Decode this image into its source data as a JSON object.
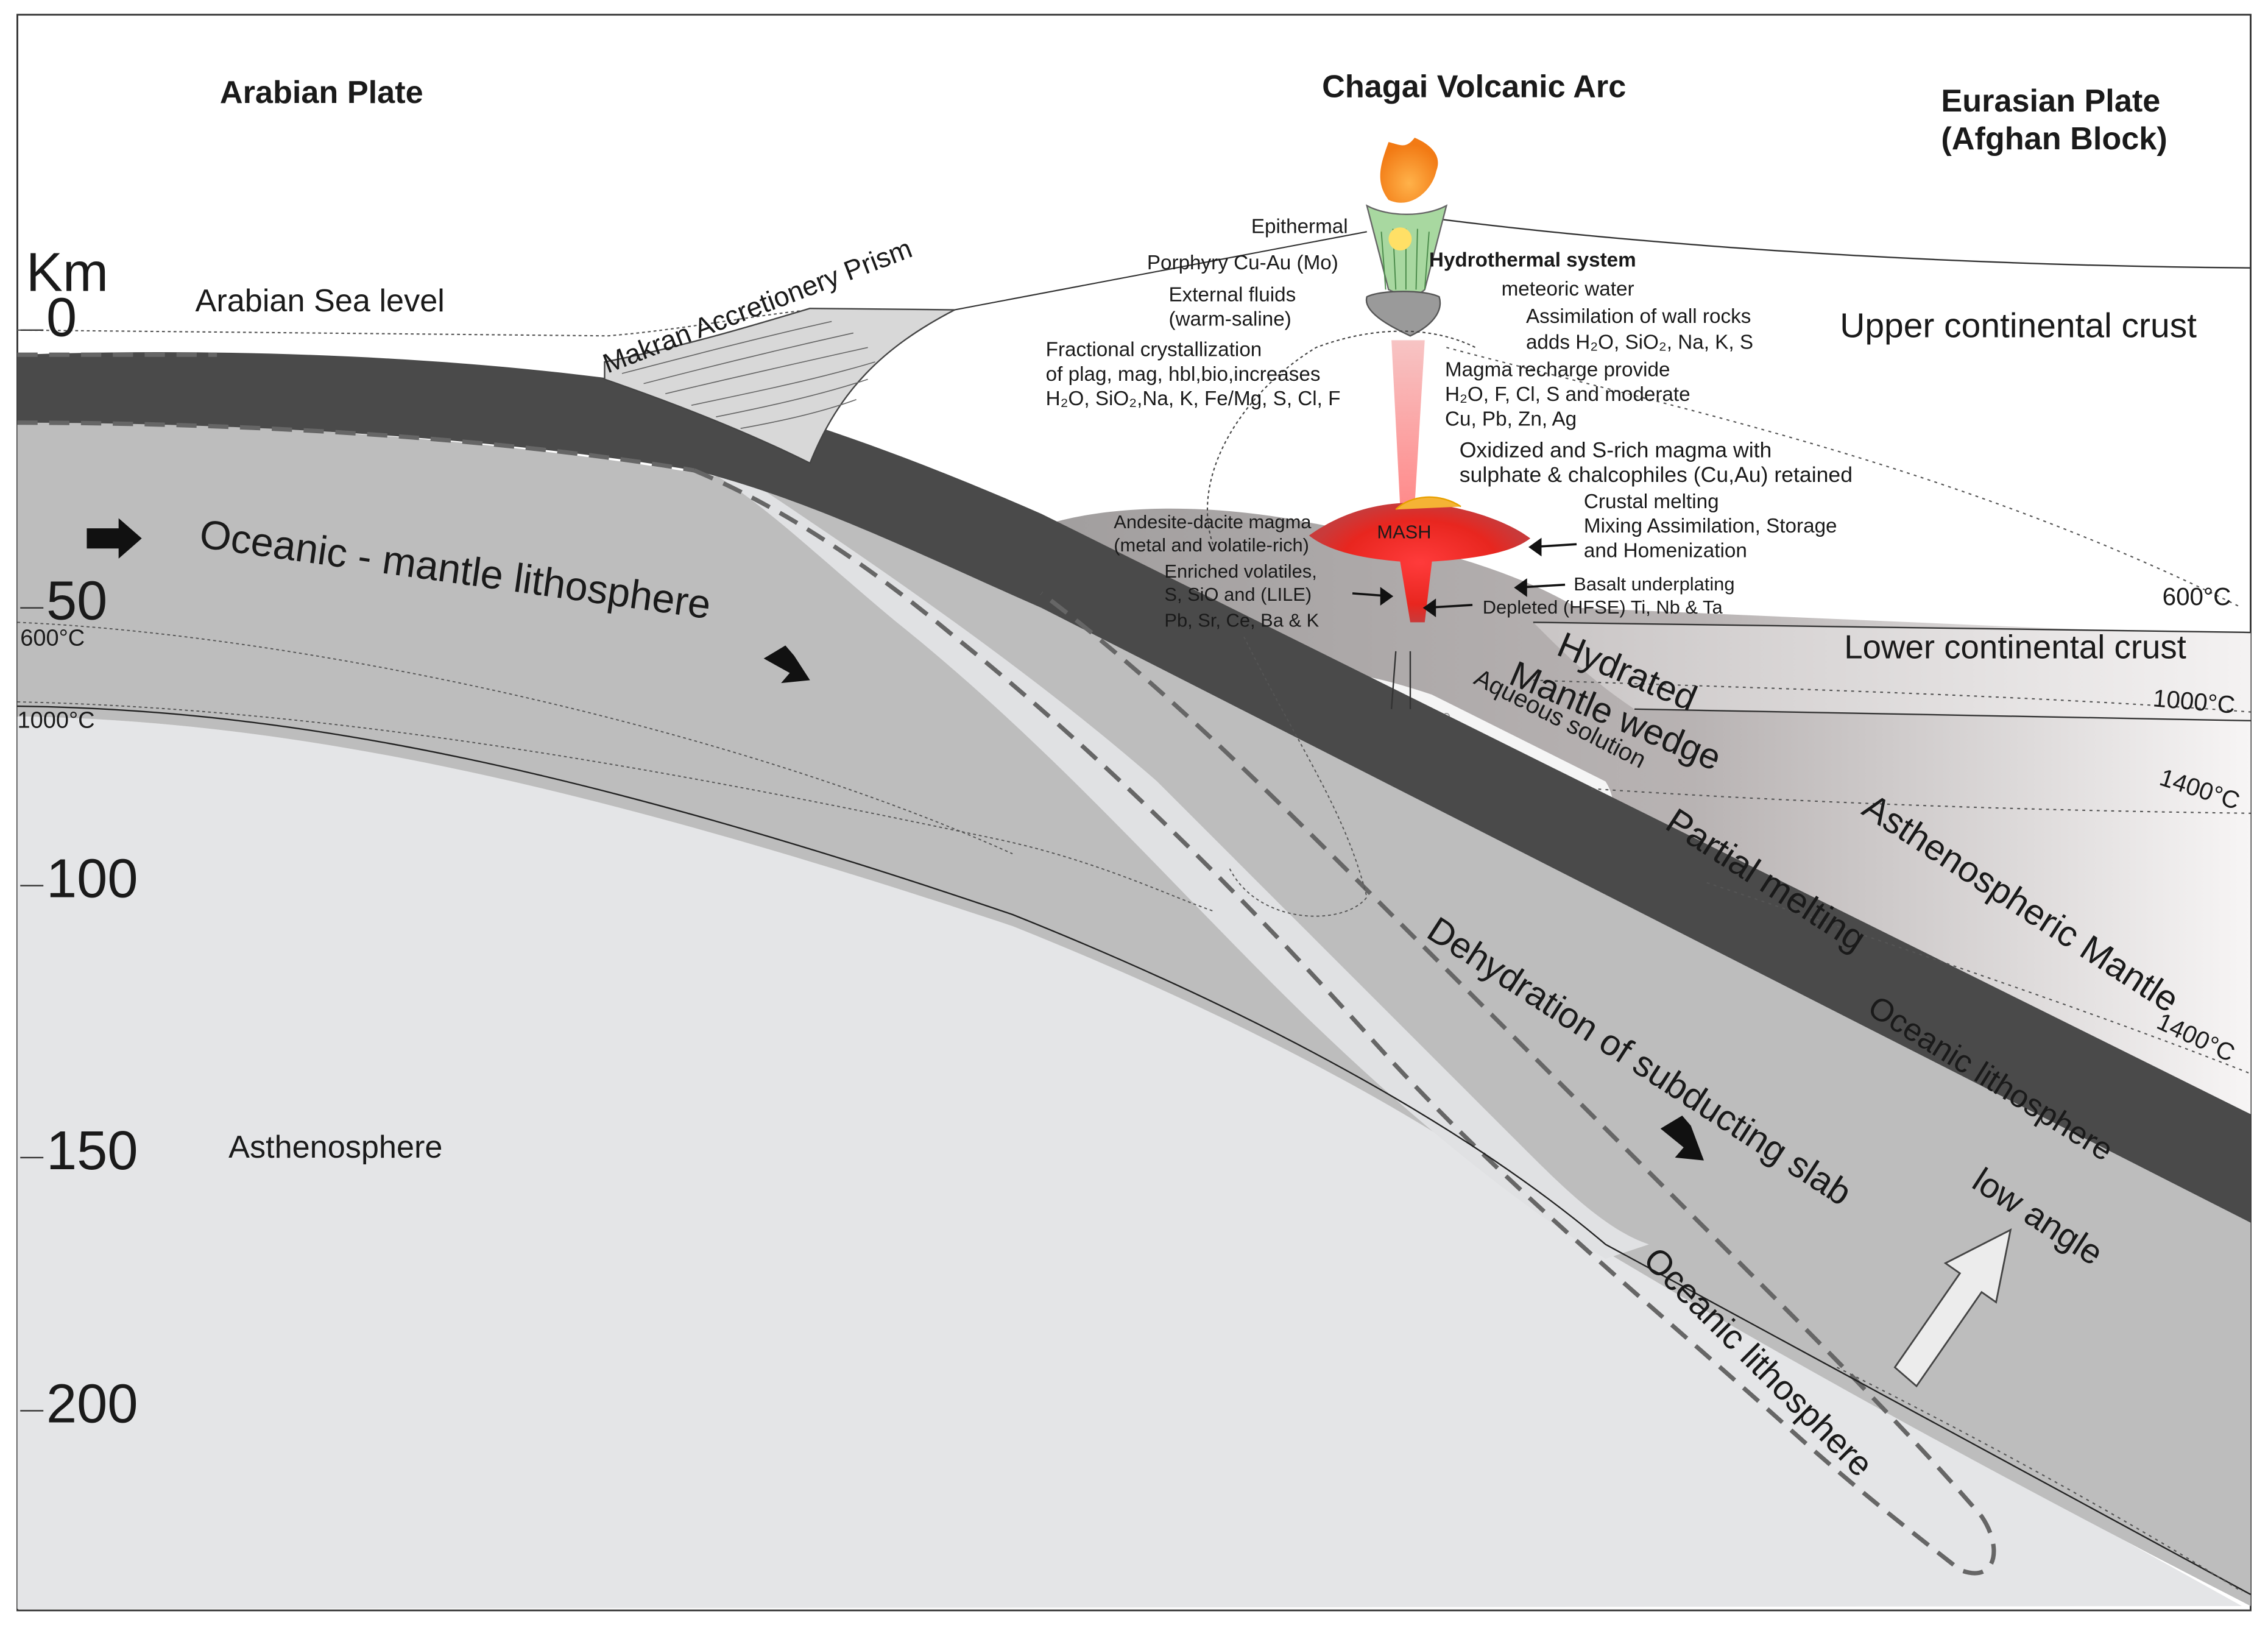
{
  "titles": {
    "arabian_plate": "Arabian Plate",
    "chagai_arc": "Chagai Volcanic Arc",
    "eurasian_plate": "Eurasian Plate",
    "afghan_block": "(Afghan Block)"
  },
  "axis": {
    "unit": "Km",
    "ticks": [
      "0",
      "50",
      "100",
      "150",
      "200"
    ]
  },
  "labels": {
    "sea_level": "Arabian Sea level",
    "prism": "Makran Accretionery Prism",
    "oceanic_mantle": "Oceanic - mantle lithosphere",
    "asthenosphere": "Asthenosphere",
    "upper_crust": "Upper continental crust",
    "lower_crust": "Lower continental crust",
    "hydrated": "Hydrated",
    "mantle_wedge": "Mantle wedge",
    "aqueous": "Aqueous solution",
    "partial_melting": "Partial melting",
    "asthenospheric_mantle": "Asthenospheric Mantle",
    "oceanic_lith_upper": "Oceanic lithosphere",
    "dehydration": "Dehydration of subducting slab",
    "low_angle": "low angle",
    "oceanic_lith_lower": "Oceanic lithosphere",
    "mash": "MASH"
  },
  "temperatures": {
    "left_600": "600°C",
    "left_1000": "1000°C",
    "right_600": "600°C",
    "right_1000": "1000°C",
    "right_1400a": "1400°C",
    "right_1400b": "1400°C"
  },
  "annotations": {
    "epithermal": "Epithermal",
    "porphyry": "Porphyry Cu-Au (Mo)",
    "hydrothermal": "Hydrothermal system",
    "meteoric": "meteoric water",
    "ext_fluids_1": "External fluids",
    "ext_fluids_2": "(warm-saline)",
    "assim_1": "Assimilation of wall rocks",
    "assim_2": "adds H₂O, SiO₂, Na, K, S",
    "frac_1": "Fractional crystallization",
    "frac_2": "of plag, mag, hbl,bio,increases",
    "frac_3": "H₂O, SiO₂,Na, K, Fe/Mg, S, Cl, F",
    "recharge_1": "Magma recharge provide",
    "recharge_2": "H₂O, F, Cl, S and moderate",
    "recharge_3": "Cu, Pb, Zn, Ag",
    "oxidized_1": "Oxidized and S-rich magma with",
    "oxidized_2": "sulphate & chalcophiles  (Cu,Au) retained",
    "crustal_1": "Crustal melting",
    "crustal_2": "Mixing Assimilation, Storage",
    "crustal_3": "and Homenization",
    "andesite_1": "Andesite-dacite magma",
    "andesite_2": "(metal and volatile-rich)",
    "enriched_1": "Enriched volatiles,",
    "enriched_2": "S, SiO and (LILE)",
    "enriched_3": "Pb, Sr, Ce, Ba & K",
    "basalt": "Basalt underplating",
    "depleted": "Depleted (HFSE) Ti, Nb & Ta"
  },
  "colors": {
    "slab": "#4a4a4a",
    "lithosphere": "#bdbdbd",
    "asthenosphere": "#e4e5e7",
    "wedge": "#a8a5a5",
    "magma": "#e8261f"
  }
}
